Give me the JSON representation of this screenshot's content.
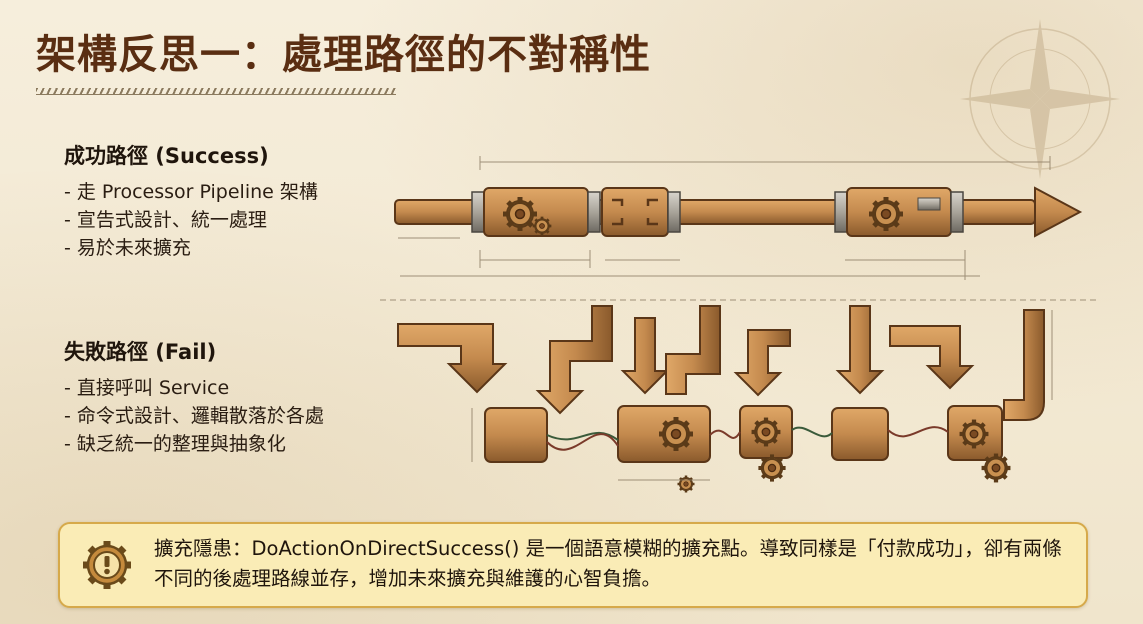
{
  "title": "架構反思一：處理路徑的不對稱性",
  "success": {
    "heading": "成功路徑 (Success)",
    "bullets": [
      "- 走 Processor Pipeline 架構",
      "- 宣告式設計、統一處理",
      "- 易於未來擴充"
    ]
  },
  "fail": {
    "heading": "失敗路徑 (Fail)",
    "bullets": [
      "- 直接呼叫 Service",
      "- 命令式設計、邏輯散落於各處",
      "- 缺乏統一的整理與抽象化"
    ]
  },
  "warning": {
    "text": "擴充隱患：DoActionOnDirectSuccess() 是一個語意模糊的擴充點。導致同樣是「付款成功」，卻有兩條不同的後處理路線並存，增加未來擴充與維護的心智負擔。",
    "icon": "gear-warning-icon"
  },
  "colors": {
    "title": "#5a2e12",
    "wood": "#c48a4e",
    "wood_dark": "#7a4a22",
    "metal": "#a9a49a",
    "warning_bg": "#faecb6",
    "warning_border": "#d6a94a"
  }
}
